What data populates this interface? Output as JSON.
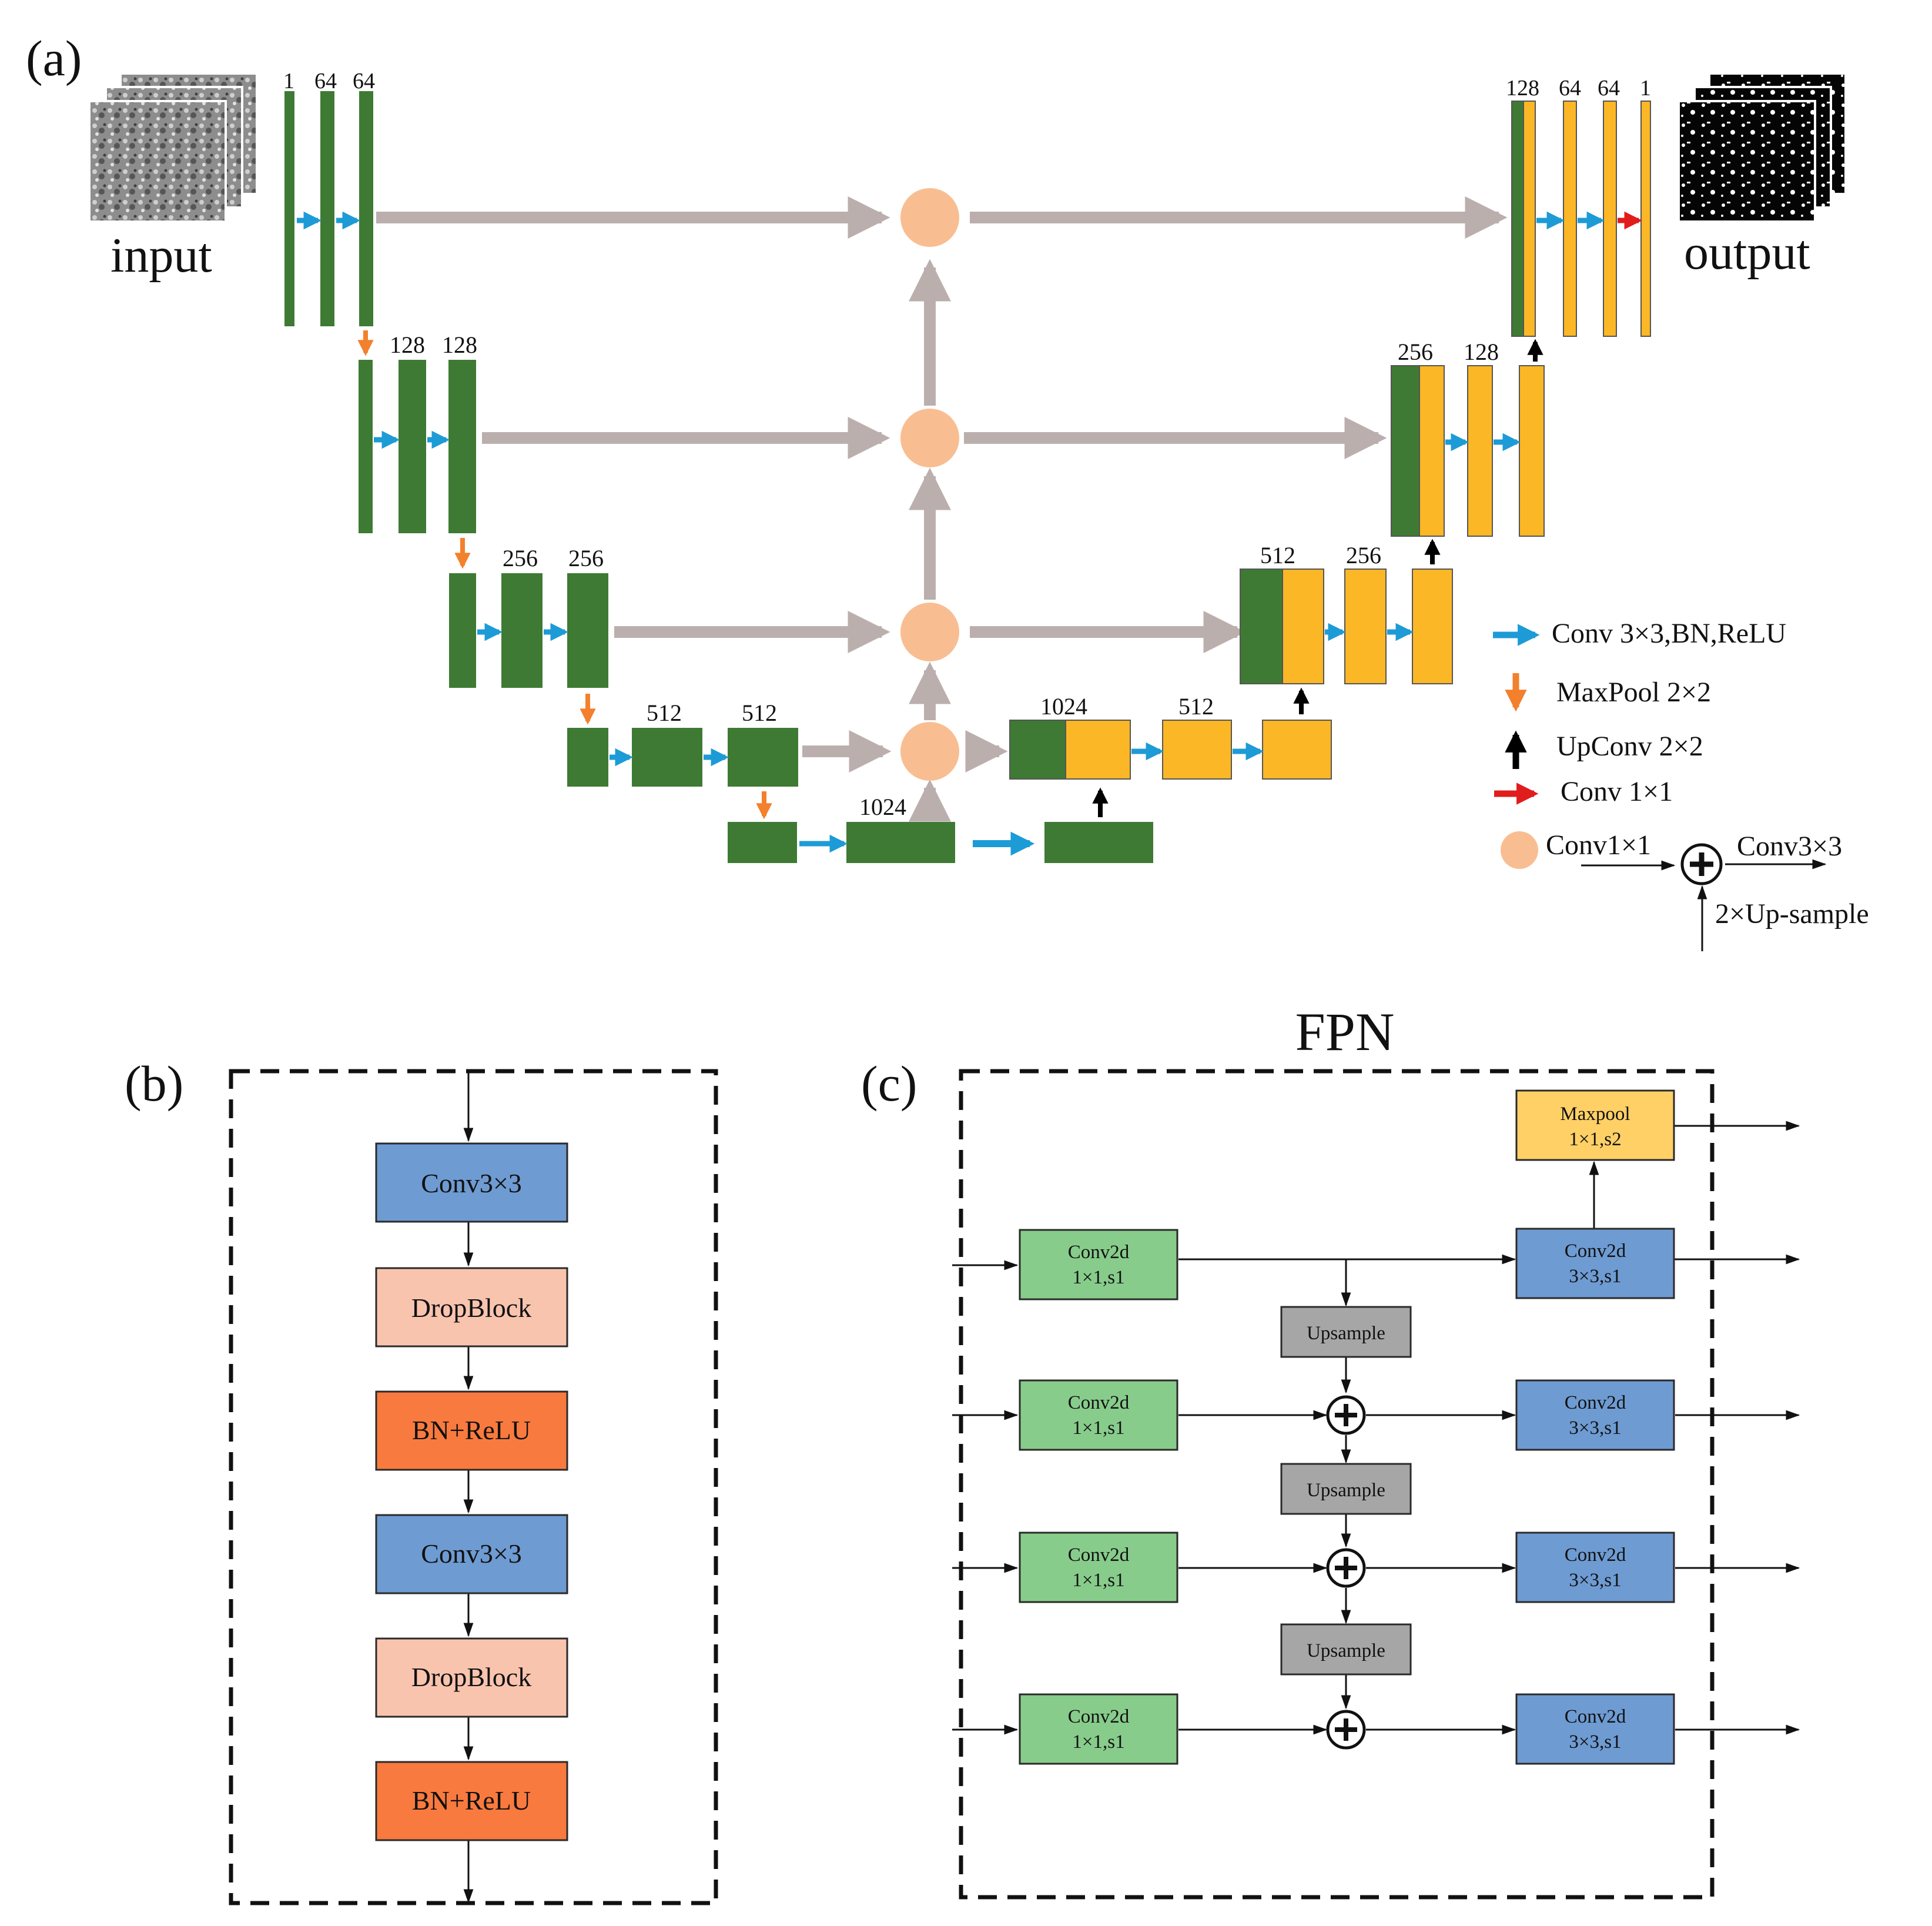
{
  "colors": {
    "encoder_green": "#3E7A34",
    "decoder_yellow": "#FBB725",
    "skip_arrow": "#BBAFAE",
    "fusion_node": "#F8BE92",
    "conv_arrow": "#1D9BD6",
    "pool_arrow": "#F3802D",
    "upconv_arrow": "#000000",
    "conv1x1_arrow": "#E11C1C",
    "conv_block_blue": "#6E9BD2",
    "dropblock_pink": "#F9C4AE",
    "bn_relu_orange": "#F97A3E",
    "fpn_conv1x1_green": "#87CC8B",
    "fpn_upsample_gray": "#A6A6A6",
    "fpn_maxpool_yellow": "#FFD066"
  },
  "panel_a": {
    "panel_label": "(a)",
    "input_label": "input",
    "output_label": "output",
    "encoder_channel_labels": {
      "level1": [
        "1",
        "64",
        "64"
      ],
      "level2": [
        "128",
        "128"
      ],
      "level3": [
        "256",
        "256"
      ],
      "level4": [
        "512",
        "512"
      ],
      "bottleneck": "1024"
    },
    "decoder_channel_labels": {
      "level4": [
        "1024",
        "512"
      ],
      "level3": [
        "512",
        "256"
      ],
      "level2": [
        "256",
        "128"
      ],
      "level1": [
        "128",
        "64",
        "64",
        "1"
      ]
    },
    "legend": {
      "conv": "Conv 3×3,BN,ReLU",
      "maxpool": "MaxPool 2×2",
      "upconv": "UpConv 2×2",
      "conv1x1": "Conv 1×1",
      "fusion_conv1x1": "Conv1×1",
      "fusion_conv3x3": "Conv3×3",
      "fusion_upsample": "2×Up-sample"
    }
  },
  "panel_b": {
    "panel_label": "(b)",
    "blocks": [
      "Conv3×3",
      "DropBlock",
      "BN+ReLU",
      "Conv3×3",
      "DropBlock",
      "BN+ReLU"
    ]
  },
  "panel_c": {
    "panel_label": "(c)",
    "title": "FPN",
    "lateral": {
      "line1": "Conv2d",
      "line2": "1×1,s1"
    },
    "output_conv": {
      "line1": "Conv2d",
      "line2": "3×3,s1"
    },
    "upsample": "Upsample",
    "maxpool": {
      "line1": "Maxpool",
      "line2": "1×1,s2"
    }
  }
}
